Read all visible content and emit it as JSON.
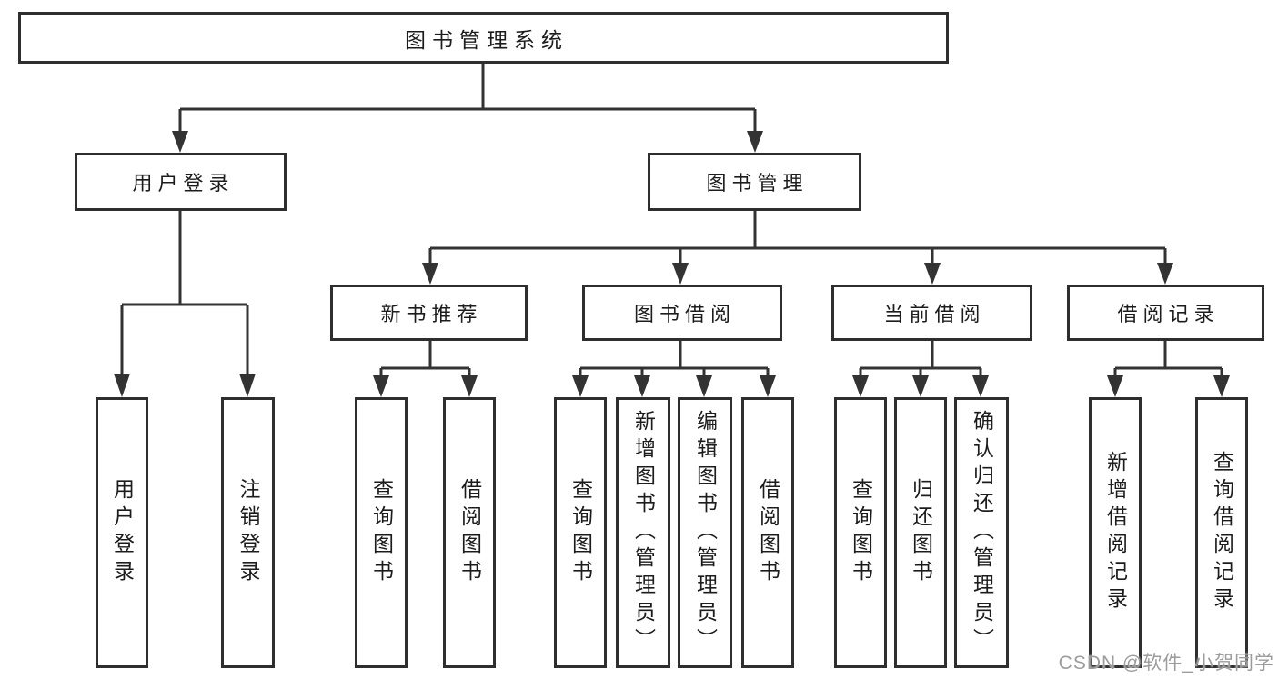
{
  "colors": {
    "line": "#333333",
    "border": "#2e2e2e",
    "text": "#1c1c1c",
    "watermark": "#9c9c9c",
    "background": "#ffffff"
  },
  "watermark": "CSDN @软件_小贺同学",
  "tree": {
    "label": "图书管理系统",
    "children": [
      {
        "label": "用户登录",
        "children": [
          {
            "label": "用户登录"
          },
          {
            "label": "注销登录"
          }
        ]
      },
      {
        "label": "图书管理",
        "children": [
          {
            "label": "新书推荐",
            "children": [
              {
                "label": "查询图书"
              },
              {
                "label": "借阅图书"
              }
            ]
          },
          {
            "label": "图书借阅",
            "children": [
              {
                "label": "查询图书"
              },
              {
                "label": "新增图书（管理员）"
              },
              {
                "label": "编辑图书（管理员）"
              },
              {
                "label": "借阅图书"
              }
            ]
          },
          {
            "label": "当前借阅",
            "children": [
              {
                "label": "查询图书"
              },
              {
                "label": "归还图书"
              },
              {
                "label": "确认归还（管理员）"
              }
            ]
          },
          {
            "label": "借阅记录",
            "children": [
              {
                "label": "新增借阅记录"
              },
              {
                "label": "查询借阅记录"
              }
            ]
          }
        ]
      }
    ]
  }
}
